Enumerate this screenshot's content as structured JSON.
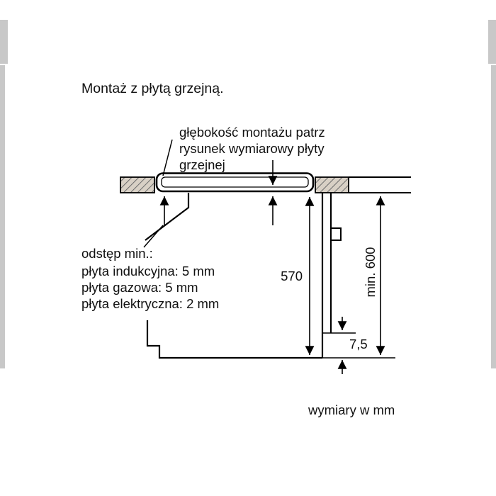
{
  "page": {
    "title": "Montaż z płytą grzejną.",
    "units_note": "wymiary w mm"
  },
  "annotations": {
    "hob_depth": {
      "line1": "głębokość montażu patrz",
      "line2": "rysunek wymiarowy płyty",
      "line3": "grzejnej"
    },
    "clearance": {
      "line1": "odstęp min.:",
      "line2": "płyta indukcyjna: 5 mm",
      "line3": "płyta gazowa: 5 mm",
      "line4": "płyta elektryczna: 2 mm"
    }
  },
  "dimensions": {
    "oven_niche_height": "570",
    "min_total_height": "min. 600",
    "bottom_offset": "7,5"
  },
  "colors": {
    "line": "#000000",
    "text": "#111111",
    "countertop_hatch_fill": "#d8d0c5",
    "countertop_hatch_stroke": "#6b6b6b",
    "scan_edge_artifact": "#c8c8c8"
  }
}
